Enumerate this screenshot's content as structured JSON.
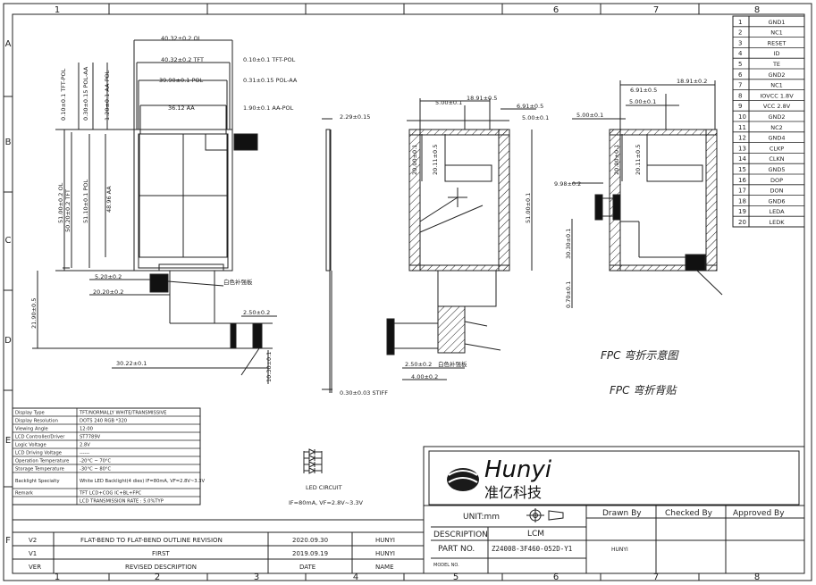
{
  "frame": {
    "cols": [
      "1",
      "2",
      "3",
      "4",
      "5",
      "6",
      "7",
      "8"
    ],
    "rows": [
      "A",
      "B",
      "C",
      "D",
      "E",
      "F"
    ]
  },
  "pins": [
    {
      "no": "1",
      "name": "GND1"
    },
    {
      "no": "2",
      "name": "NC1"
    },
    {
      "no": "3",
      "name": "RESET"
    },
    {
      "no": "4",
      "name": "ID"
    },
    {
      "no": "5",
      "name": "TE"
    },
    {
      "no": "6",
      "name": "GND2"
    },
    {
      "no": "7",
      "name": "NC1"
    },
    {
      "no": "8",
      "name": "IOVCC 1.8V"
    },
    {
      "no": "9",
      "name": "VCC 2.8V"
    },
    {
      "no": "10",
      "name": "GND2"
    },
    {
      "no": "11",
      "name": "NC2"
    },
    {
      "no": "12",
      "name": "GND4"
    },
    {
      "no": "13",
      "name": "CLKP"
    },
    {
      "no": "14",
      "name": "CLKN"
    },
    {
      "no": "15",
      "name": "GND5"
    },
    {
      "no": "16",
      "name": "DOP"
    },
    {
      "no": "17",
      "name": "DON"
    },
    {
      "no": "18",
      "name": "GND6"
    },
    {
      "no": "19",
      "name": "LEDA"
    },
    {
      "no": "20",
      "name": "LEDK"
    }
  ],
  "dims": {
    "w_ol": "40.32±0.2 OL",
    "w_tft": "40.32±0.2 TFT",
    "w_pol": "39.90±0.1 POL",
    "w_aa": "36.12 AA",
    "r_tft": "0.10±0.1 TFT-POL",
    "r_pol": "0.31±0.15 POL-AA",
    "r_aa": "1.90±0.1 AA-POL",
    "v_tft_pol": "0.10±0.1 TFT-POL",
    "v_pol_aa": "0.30±0.15 POL-AA",
    "v_aa": "1.20±0.1 AA-POL",
    "h_ol": "51.00±0.2 OL",
    "h_tft": "50.20±0.2 TFT",
    "h_pol": "51.10±0.1 POL",
    "h_aa": "48.96 AA",
    "fpc_520": "5.20±0.2",
    "fpc_2020": "20.20±0.2",
    "fpc_2190": "21.90±0.5",
    "fpc_3022": "30.22±0.1",
    "fpc_250": "2.50±0.2",
    "fpc_1030": "10.30±0.1",
    "side_t": "2.29±0.15",
    "side_b": "0.30±0.03 STIFF",
    "b_1891": "18.91±0.5",
    "b_500a": "5.00±0.1",
    "b_691": "6.91±0.5",
    "b_500b": "5.00±0.1",
    "b_2000": "20.00±0.1",
    "b_2011": "20.11±0.5",
    "b_5100": "51.00±0.1",
    "b_250": "2.50±0.2",
    "b_400": "4.00±0.2",
    "c_691": "6.91±0.5",
    "c_1891": "18.91±0.2",
    "c_500a": "5.00±0.1",
    "c_500b": "5.00±0.1",
    "c_2000": "20.00±0.1",
    "c_2011": "20.11±0.5",
    "c_998": "9.98±0.2",
    "c_3030": "30.30±0.1",
    "c_070": "0.70±0.1"
  },
  "notes": {
    "stiff": "白色补强板",
    "stiff_b": "白色补强板",
    "mark_fpc": "FPC 弯折示意图",
    "fold_1": "FPC 弯折示意图",
    "fold_2": "FPC 弯折背贴"
  },
  "specs": [
    {
      "label": "Display Type",
      "value": "TFT/NORMALLY WHITE/TRANSMISSIVE"
    },
    {
      "label": "Display Resolution",
      "value": "DOTS 240 RGB *320"
    },
    {
      "label": "Viewing Angle",
      "value": "12:00"
    },
    {
      "label": "LCD Controller/Driver",
      "value": "ST7789V"
    },
    {
      "label": "Logic Voltage",
      "value": "2.8V"
    },
    {
      "label": "LCD Driving Voltage",
      "value": "------"
    },
    {
      "label": "Operation Temperature",
      "value": "-20°C ~ 70°C"
    },
    {
      "label": "Storage Temperature",
      "value": "-30°C ~ 80°C"
    },
    {
      "label": "Backlight Specialty",
      "value": "White LED Backlight(4 dies) IF=80mA, VF=2.8V~3.3V"
    },
    {
      "label": "Remark",
      "value": "TFT LCD+COG IC+BL+FPC"
    },
    {
      "label": "",
      "value": "LCD TRANSMISSION RATE : 5.0%TYP"
    }
  ],
  "led": {
    "title": "LED CIRCUIT",
    "cond": "IF=80mA, VF=2.8V~3.3V"
  },
  "revisions": {
    "v2": {
      "ver": "V2",
      "desc": "FLAT-BEND TO FLAT-BEND OUTLINE REVISION",
      "date": "2020.09.30",
      "name": "HUNYI"
    },
    "v1": {
      "ver": "V1",
      "desc": "FIRST",
      "date": "2019.09.19",
      "name": "HUNYI"
    },
    "hdr": {
      "ver": "VER",
      "desc": "REVISED DESCRIPTION",
      "date": "DATE",
      "name": "NAME"
    }
  },
  "title_block": {
    "brand": "Hunyi",
    "brand_cn": "准亿科技",
    "unit": "UNIT:mm",
    "drawn_by": "Drawn By",
    "checked_by": "Checked By",
    "approved_by": "Approved By",
    "description_label": "DESCRIPTION",
    "description": "LCM",
    "part_label": "PART NO.",
    "part_no": "Z24008-3F460-052D-Y1",
    "drawer": "HUNYI",
    "model_label": "MODEL NO."
  }
}
